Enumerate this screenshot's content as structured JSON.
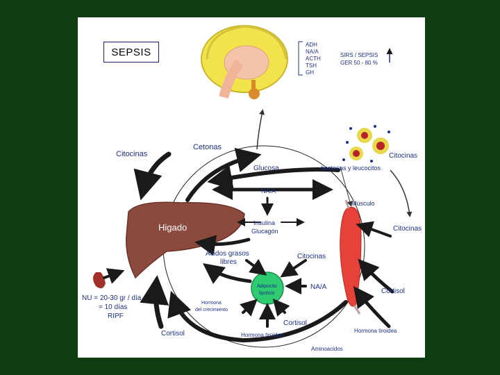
{
  "title": "SEPSIS",
  "brain_hormones": [
    "ADH",
    "NA/A",
    "ACTH",
    "TSH",
    "GH"
  ],
  "sirs": {
    "line1": "SIRS / SEPSIS",
    "line2": "GER  50 - 80 %"
  },
  "labels": {
    "citocinas_top_left": "Citocinas",
    "cetonas": "Cetonas",
    "glucosa": "Glucosa",
    "bacterias": "bacterias y leucocitos",
    "citocinas_right_top": "Citocinas",
    "na_a_top": "NA/A",
    "musculo": "Músculo",
    "higado": "Higado",
    "insulina": "Insulina",
    "glucagon": "Glucagón",
    "citocinas_muscle": "Citocinas",
    "acidos_1": "Acidos grasos",
    "acidos_2": "libres",
    "citocinas_center": "Citocinas",
    "adipocito_1": "Adipocito",
    "adipocito_2": "lipolisis",
    "na_a_center": "NA/A",
    "cortisol_right": "Cortisol",
    "hormona_crec_1": "Hormona",
    "hormona_crec_2": "del crecimiento",
    "cortisol_center": "Cortisol",
    "hormona_tiroidea_center": "Hormona tiroidea",
    "hormona_tiroidea_right": "Hormona tiroidea",
    "cortisol_left": "Cortisol",
    "aminoacidos": "Aminoacidos",
    "nu_1": "NU =  20-30 gr / día",
    "nu_2": "= 10 días",
    "nu_3": "RIPF"
  },
  "colors": {
    "background": "#0d3d10",
    "label_blue": "#1c2f87",
    "liver": "#8b4a3d",
    "muscle": "#e8413a",
    "adipocyte": "#2ecc71",
    "brain": "#f2e34c",
    "arrow": "#1a1a1a"
  }
}
